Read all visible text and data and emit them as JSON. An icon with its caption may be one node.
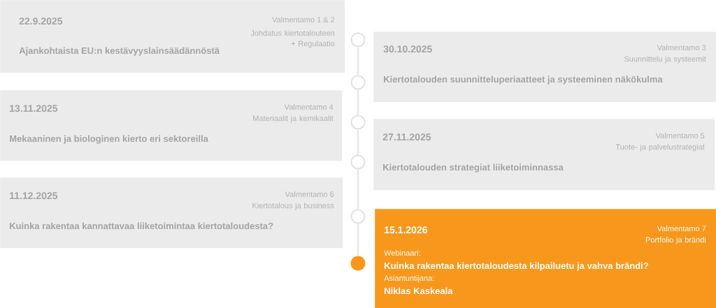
{
  "diagram": {
    "nodes": [
      {
        "text": [
          "22.9.2025",
          "Valmentamo 1 & 2",
          "Johdatus kiertotalouteen + Regulaatio",
          "Ajankohtaista EU:n kestävyyslainsäädännöstä"
        ]
      },
      {
        "text": [
          "30.10.2025",
          "Valmentamo 3",
          "Suunnittelu ja systeemit",
          "Kiertotalouden suunnitteluperiaatteet ja systeeminen näkökulma"
        ]
      },
      {
        "text": [
          "13.11.2025",
          "Valmentamo 4",
          "Materiaalit ja kemikaalit",
          "Mekaaninen ja biologinen kierto eri sektoreilla"
        ]
      },
      {
        "text": [
          "27.11.2025",
          "Valmentamo 5",
          "Tuote- ja palvelustrategiat",
          "Kiertotalouden strategiat liiketoiminnassa"
        ]
      },
      {
        "text": [
          "11.12.2025",
          "Valmentamo 6",
          "Kiertotalous ja business",
          "Kuinka rakentaa kannattavaa liiketoimintaa kiertotaloudesta?"
        ]
      },
      {
        "text": [
          "15.1.2026",
          "Valmentamo 7",
          "Portfolio ja brändi",
          "Webinaari:",
          "Kuinka rakentaa kiertotaloudesta kilpailuetu ja vahva brändi?",
          "Asiantuntijana:",
          "Niklas Kaskeala"
        ]
      },
      {
        "text": [],
        "shape": "circle"
      },
      {
        "text": [],
        "shape": "circle"
      },
      {
        "text": [],
        "shape": "circle"
      },
      {
        "text": [],
        "shape": "circle"
      },
      {
        "text": [],
        "shape": "circle"
      },
      {
        "text": [],
        "shape": "circle"
      }
    ],
    "edges": [
      {
        "from": 6,
        "to": 7,
        "arrow": "none"
      },
      {
        "from": 7,
        "to": 8,
        "arrow": "none"
      },
      {
        "from": 8,
        "to": 9,
        "arrow": "none"
      },
      {
        "from": 9,
        "to": 10,
        "arrow": "none"
      },
      {
        "from": 10,
        "to": 11,
        "arrow": "none"
      }
    ]
  }
}
